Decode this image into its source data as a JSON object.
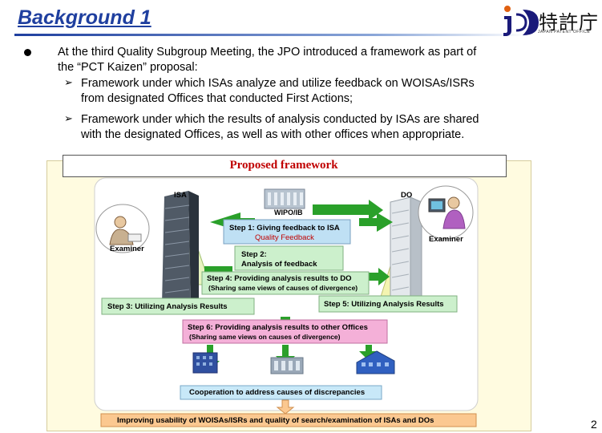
{
  "header": {
    "title": "Background 1",
    "logo_text": "特許庁",
    "logo_subtext": "JAPAN PATENT OFFICE"
  },
  "bullets": {
    "main_line1": "At the third Quality Subgroup Meeting, the JPO introduced a framework as part of",
    "main_line2": "the “PCT Kaizen” proposal:",
    "sub1_line1": "Framework under which ISAs analyze and utilize feedback on WOISAs/ISRs",
    "sub1_line2": "from designated Offices that conducted First Actions;",
    "sub2_line1": "Framework under which the results of analysis conducted by ISAs are shared",
    "sub2_line2": "with the designated Offices, as well as with other offices when appropriate."
  },
  "diagram": {
    "heading": "Proposed framework",
    "isa_label": "ISA",
    "do_label": "DO",
    "wipo_label": "WIPO/IB",
    "examiner_left": "Examiner",
    "examiner_right": "Examiner",
    "step1_title": "Step 1: Giving feedback to ISA",
    "step1_sub": "Quality Feedback",
    "step2_line1": "Step 2:",
    "step2_line2": "Analysis of feedback",
    "step4_title": "Step 4: Providing analysis results to DO",
    "step4_sub": "(Sharing same views of causes of divergence)",
    "step3": "Step 3: Utilizing Analysis Results",
    "step5": "Step 5: Utilizing Analysis Results",
    "step6_title": "Step 6: Providing analysis results to other Offices",
    "step6_sub": "(Sharing same views on causes of divergence)",
    "cooperation": "Cooperation to address causes of discrepancies",
    "bottom_bar": "Improving usability of WOISAs/ISRs and quality of search/examination of ISAs and DOs"
  },
  "footer": {
    "page_number": "2"
  },
  "colors": {
    "title_blue": "#1f3f9f",
    "heading_red": "#c00000",
    "step1_fill": "#bfe0f4",
    "step_green": "#ccf0cc",
    "step6_pink": "#f4b0d8",
    "coop_fill": "#c8e8f8",
    "bottom_fill": "#fbc890",
    "arrow_green": "#2aa02a"
  }
}
